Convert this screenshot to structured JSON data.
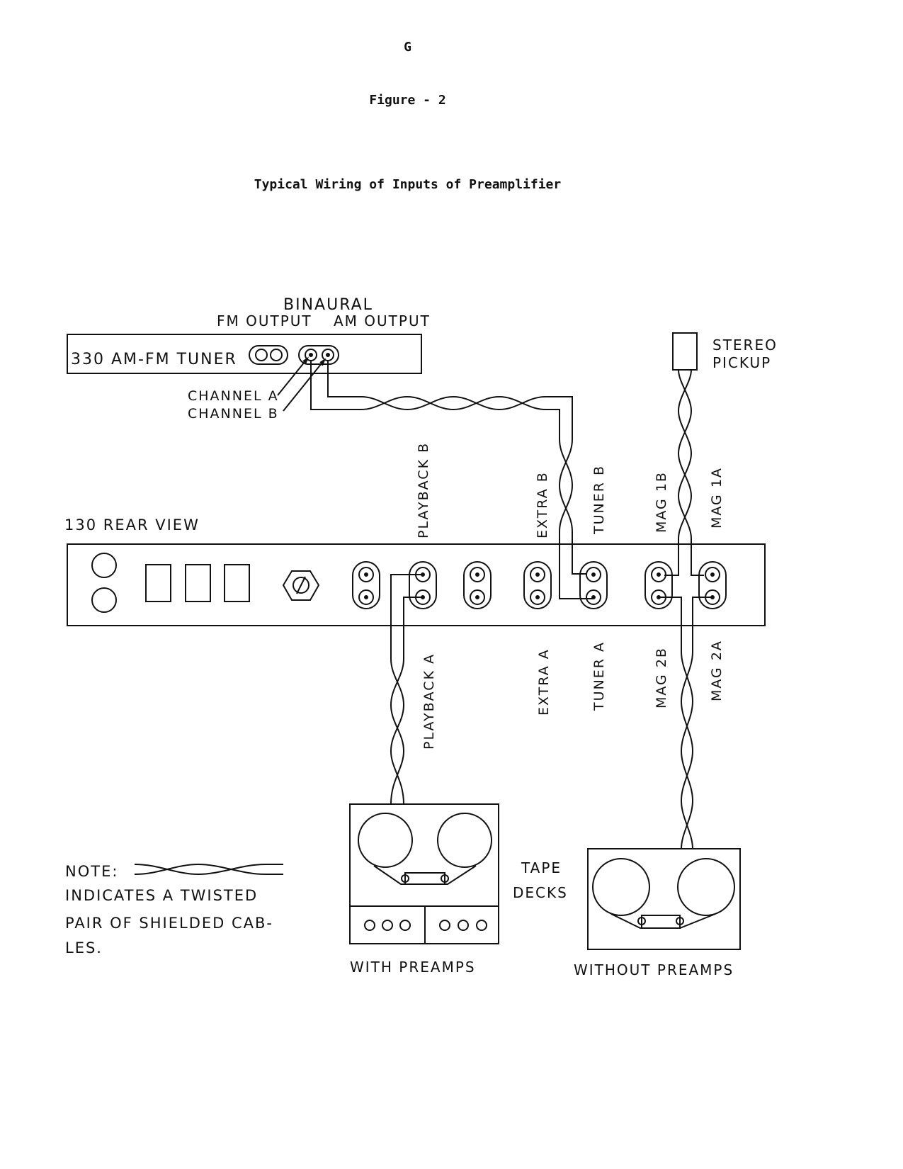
{
  "header": {
    "page_letter": "G",
    "figure_number": "Figure - 2",
    "title": "Typical Wiring of Inputs of Preamplifier"
  },
  "tuner": {
    "label": "330 AM-FM TUNER",
    "binaural": "BINAURAL",
    "fm_output": "FM OUTPUT",
    "am_output": "AM OUTPUT",
    "channel_a": "CHANNEL A",
    "channel_b": "CHANNEL B"
  },
  "pickup": {
    "label_line1": "STEREO",
    "label_line2": "PICKUP"
  },
  "preamp": {
    "label": "130 REAR VIEW",
    "top_labels": {
      "playback_b": "PLAYBACK B",
      "extra_b": "EXTRA B",
      "tuner_b": "TUNER B",
      "mag_1b": "MAG 1B",
      "mag_1a": "MAG 1A"
    },
    "bottom_labels": {
      "playback_a": "PLAYBACK A",
      "extra_a": "EXTRA A",
      "tuner_a": "TUNER A",
      "mag_2b": "MAG 2B",
      "mag_2a": "MAG 2A"
    }
  },
  "tape_decks": {
    "label_line1": "TAPE",
    "label_line2": "DECKS",
    "with_preamps": "WITH PREAMPS",
    "without_preamps": "WITHOUT PREAMPS"
  },
  "note": {
    "title": "NOTE:",
    "line1": "INDICATES A TWISTED",
    "line2": "PAIR OF SHIELDED CAB-",
    "line3": "LES."
  }
}
